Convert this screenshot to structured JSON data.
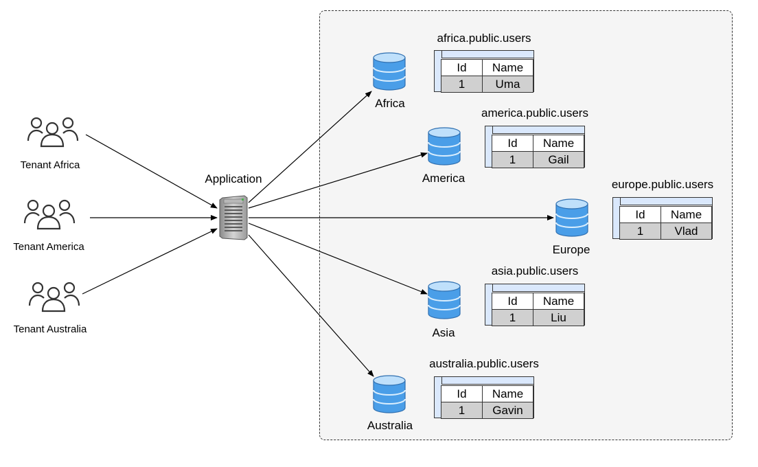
{
  "tenants": [
    {
      "label": "Tenant Africa",
      "icon": "users-group-icon"
    },
    {
      "label": "Tenant America",
      "icon": "users-group-icon"
    },
    {
      "label": "Tenant Australia",
      "icon": "users-group-icon"
    }
  ],
  "application": {
    "label": "Application",
    "icon": "server-icon"
  },
  "databases": [
    {
      "label": "Africa",
      "table": {
        "title": "africa.public.users",
        "headers": [
          "Id",
          "Name"
        ],
        "row": [
          "1",
          "Uma"
        ]
      }
    },
    {
      "label": "America",
      "table": {
        "title": "america.public.users",
        "headers": [
          "Id",
          "Name"
        ],
        "row": [
          "1",
          "Gail"
        ]
      }
    },
    {
      "label": "Europe",
      "table": {
        "title": "europe.public.users",
        "headers": [
          "Id",
          "Name"
        ],
        "row": [
          "1",
          "Vlad"
        ]
      }
    },
    {
      "label": "Asia",
      "table": {
        "title": "asia.public.users",
        "headers": [
          "Id",
          "Name"
        ],
        "row": [
          "1",
          "Liu"
        ]
      }
    },
    {
      "label": "Australia",
      "table": {
        "title": "australia.public.users",
        "headers": [
          "Id",
          "Name"
        ],
        "row": [
          "1",
          "Gavin"
        ]
      }
    }
  ],
  "colors": {
    "db_fill": "#4a9ee8",
    "db_light": "#bfe0fb",
    "table_header": "#dae8fc",
    "table_row": "#d0d0d0",
    "region_bg": "#f5f5f5"
  }
}
